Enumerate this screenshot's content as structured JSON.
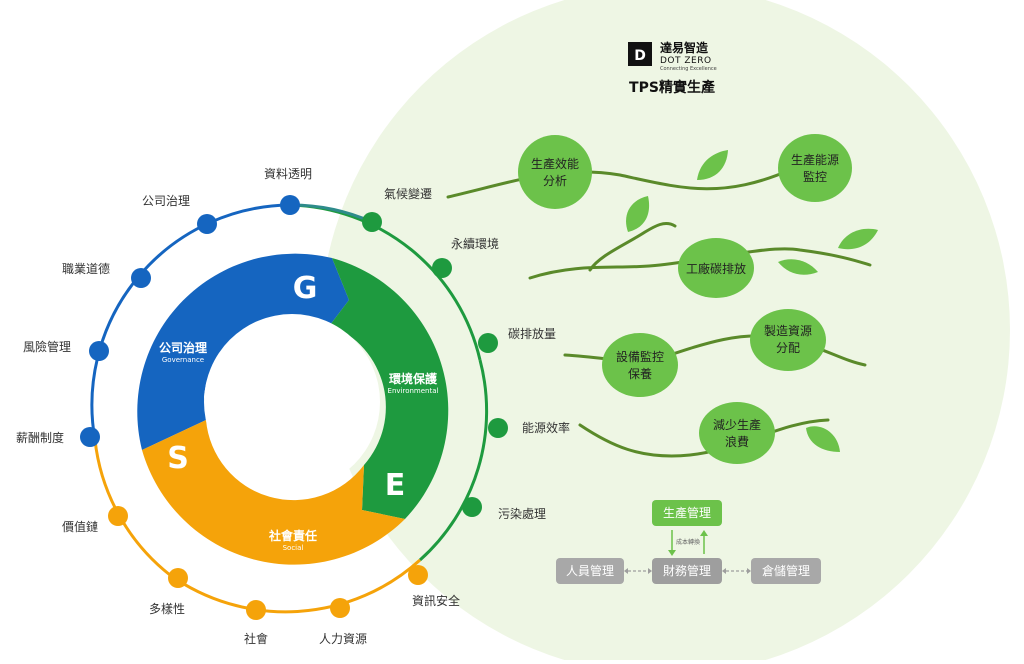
{
  "logo": {
    "name_cn": "達易智造",
    "name_en": "DOT ZERO",
    "tagline": "Connecting Excellence"
  },
  "title": "TPS精實生產",
  "esg": {
    "governance": {
      "title": "公司治理",
      "subtitle": "Governance",
      "letter": "G",
      "color": "#1565c0"
    },
    "environmental": {
      "title": "環境保護",
      "subtitle": "Environmental",
      "letter": "E",
      "color": "#1e9a3f"
    },
    "social": {
      "title": "社會責任",
      "subtitle": "Social",
      "letter": "S",
      "color": "#f5a30a"
    }
  },
  "outer_nodes": {
    "info_transparency": "資料透明",
    "corp_governance": "公司治理",
    "ethics": "職業道德",
    "risk_mgmt": "風險管理",
    "compensation": "薪酬制度",
    "value_chain": "價值鏈",
    "diversity": "多樣性",
    "society": "社會",
    "human_resources": "人力資源",
    "info_security": "資訊安全",
    "climate_change": "氣候變遷",
    "sustainable_env": "永續環境",
    "carbon_emission": "碳排放量",
    "energy_efficiency": "能源效率",
    "pollution": "污染處理"
  },
  "bubbles": {
    "prod_efficiency_l1": "生產效能",
    "prod_efficiency_l2": "分析",
    "prod_energy_l1": "生產能源",
    "prod_energy_l2": "監控",
    "factory_carbon": "工廠碳排放",
    "equip_monitor_l1": "設備監控",
    "equip_monitor_l2": "保養",
    "resource_alloc_l1": "製造資源",
    "resource_alloc_l2": "分配",
    "reduce_waste_l1": "減少生產",
    "reduce_waste_l2": "浪費"
  },
  "management": {
    "production": "生產管理",
    "finance": "財務管理",
    "personnel": "人員管理",
    "warehouse": "倉儲管理",
    "cost_note": "成本轉換"
  },
  "colors": {
    "blue": "#1565c0",
    "green": "#1e9a3f",
    "orange": "#f5a30a",
    "light_green": "#6cc24a",
    "bg_circle": "#eef6e4",
    "gray_box": "#9e9e9e"
  }
}
